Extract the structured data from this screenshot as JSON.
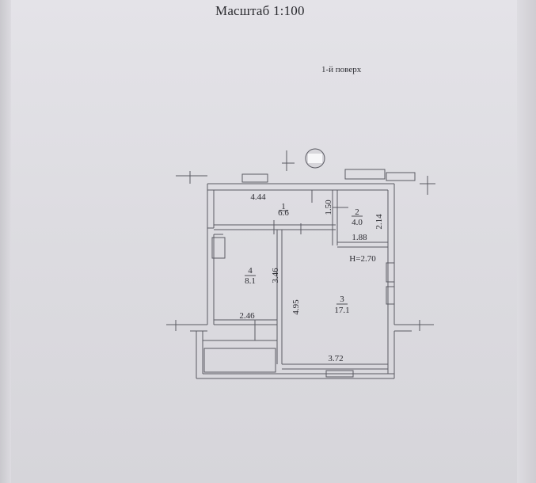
{
  "header": {
    "scale_label": "Масштаб 1:100",
    "floor_label": "1-й поверх"
  },
  "rooms": [
    {
      "number": "1",
      "area": "6.6"
    },
    {
      "number": "2",
      "area": "4.0"
    },
    {
      "number": "3",
      "area": "17.1"
    },
    {
      "number": "4",
      "area": "8.1"
    }
  ],
  "dimensions": {
    "room1_width": "4.44",
    "room1_depth": "1.50",
    "room2_depth": "2.14",
    "room2_width": "1.88",
    "ceiling_height": "H=2.70",
    "room4_depth": "3.46",
    "room4_width": "2.46",
    "room3_depth": "4.95",
    "room3_width": "3.72"
  }
}
